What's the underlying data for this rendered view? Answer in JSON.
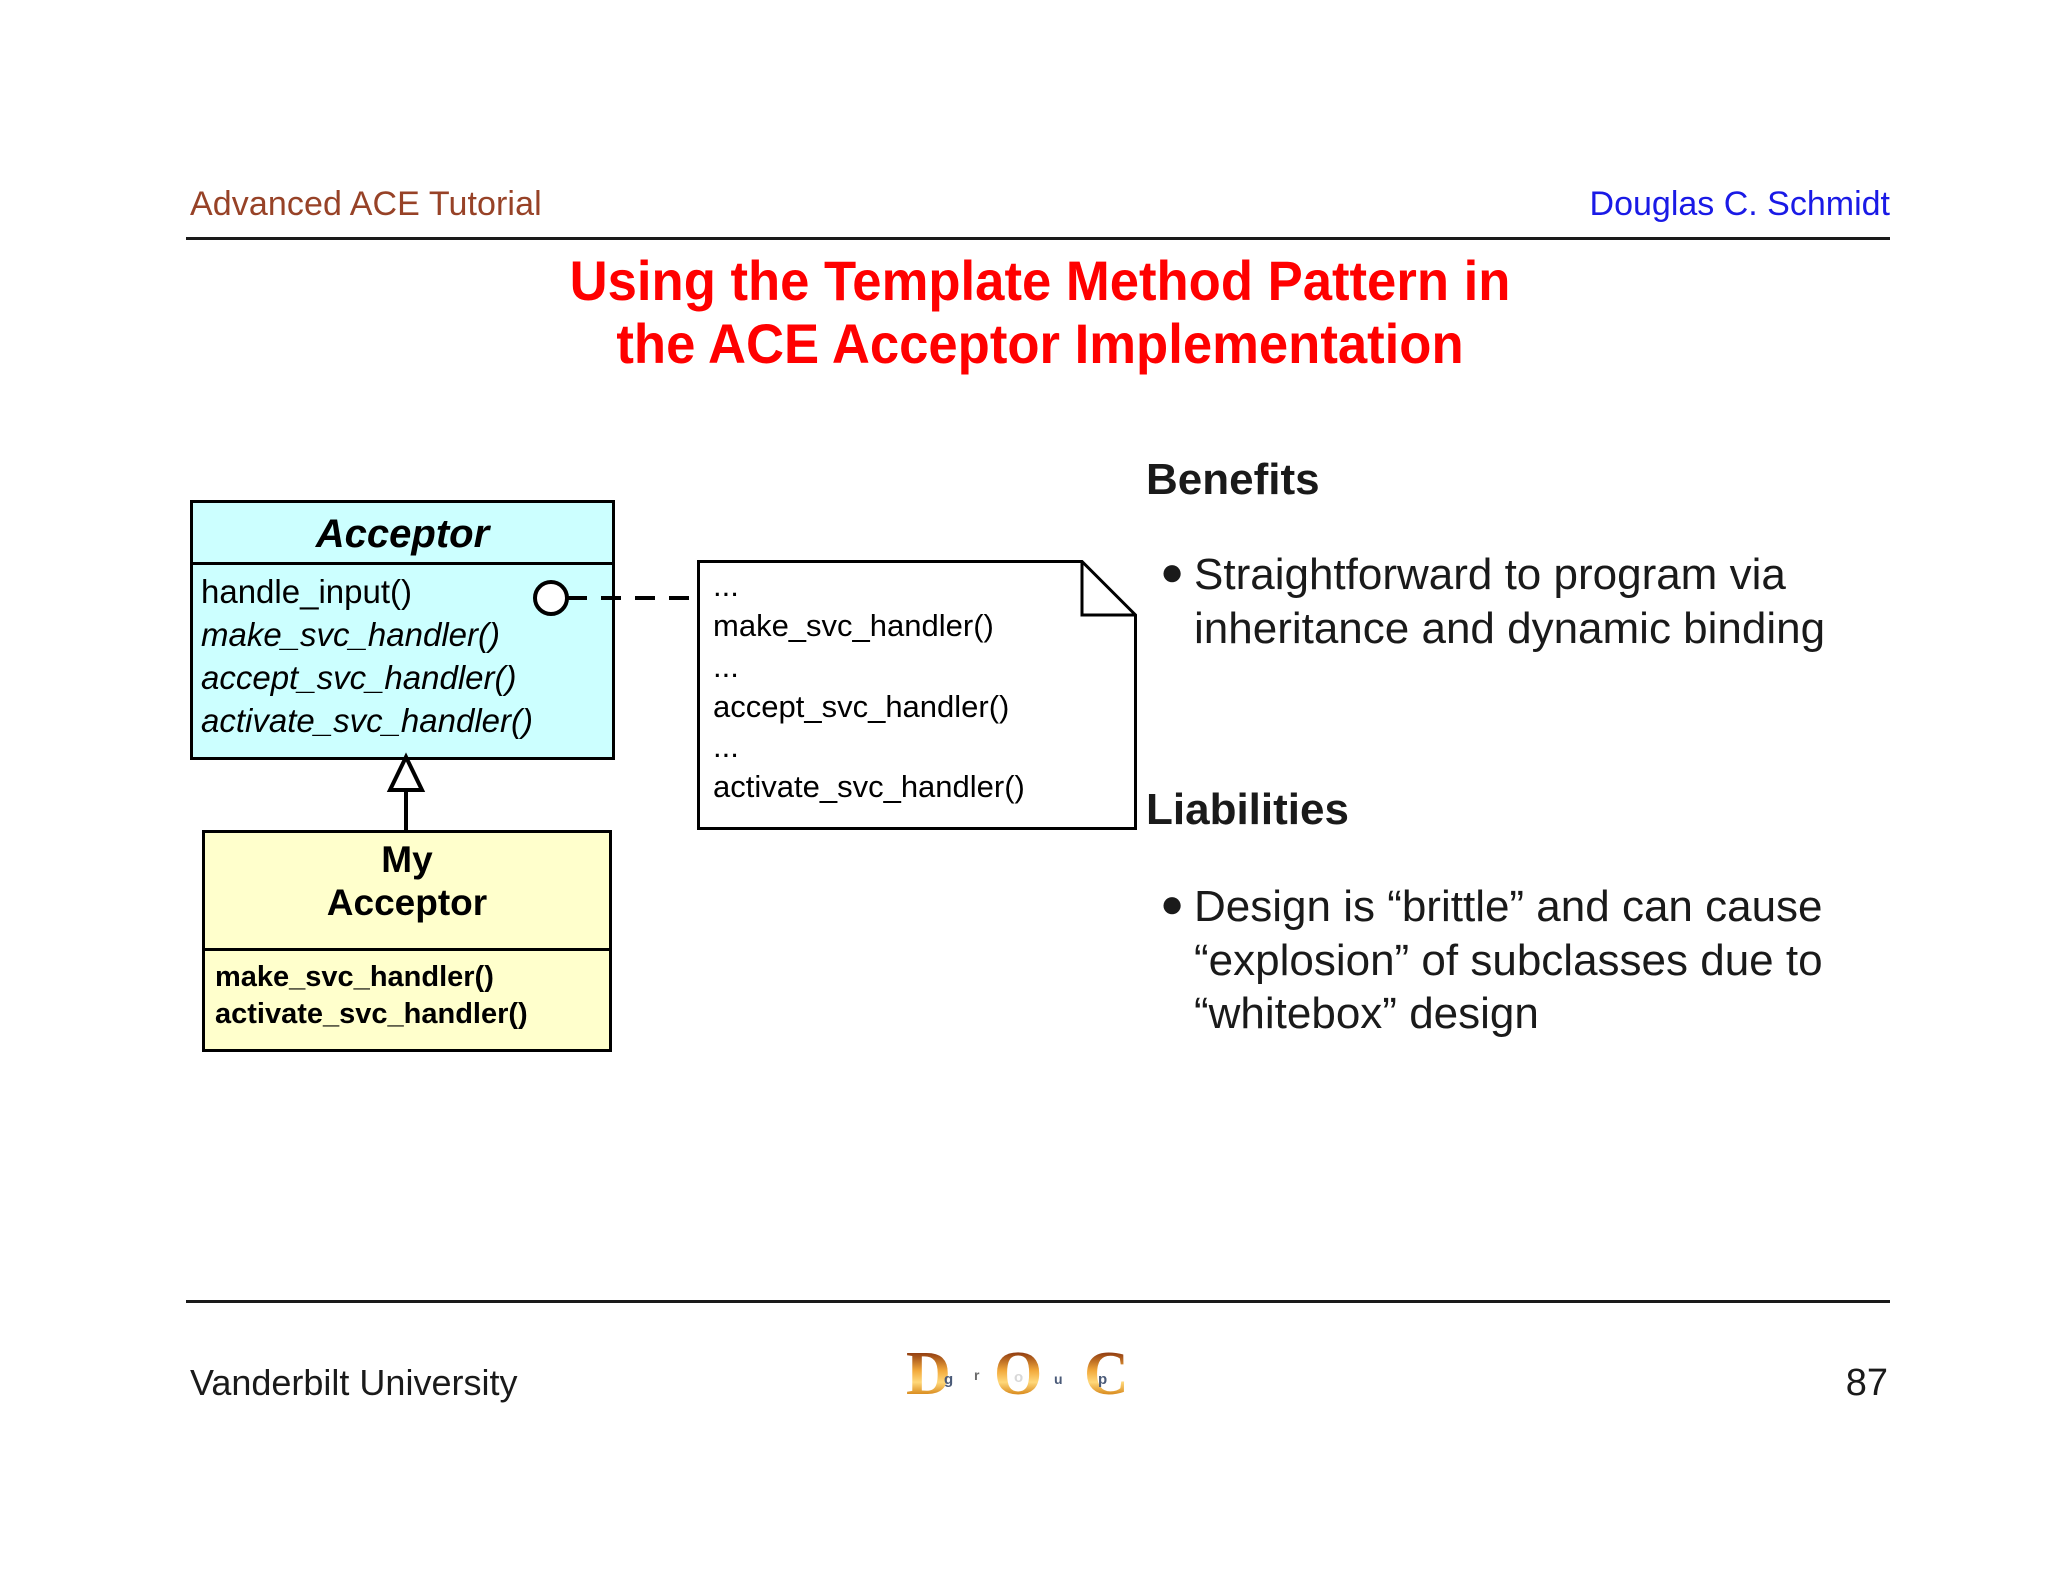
{
  "header": {
    "left": "Advanced ACE Tutorial",
    "right": "Douglas C. Schmidt",
    "left_color": "#974227",
    "right_color": "#1a1ae6"
  },
  "title": {
    "line1": "Using the Template Method Pattern in",
    "line2": "the ACE Acceptor Implementation",
    "color": "#ff0000"
  },
  "diagram": {
    "acceptor": {
      "name": "Acceptor",
      "fill": "#ccffff",
      "operations": [
        {
          "text": "handle_input()",
          "italic": false
        },
        {
          "text": "make_svc_handler()",
          "italic": true
        },
        {
          "text": "accept_svc_handler()",
          "italic": true
        },
        {
          "text": "activate_svc_handler()",
          "italic": true
        }
      ]
    },
    "my_acceptor": {
      "name_line1": "My",
      "name_line2": "Acceptor",
      "fill": "#ffffcc",
      "operations": [
        "make_svc_handler()",
        "activate_svc_handler()"
      ]
    },
    "note": {
      "lines": [
        "...",
        "make_svc_handler()",
        "...",
        "accept_svc_handler()",
        "...",
        "activate_svc_handler()"
      ]
    }
  },
  "right_column": {
    "benefits_heading": "Benefits",
    "benefits_bullet": "Straightforward to program via inheritance and dynamic binding",
    "liabilities_heading": "Liabilities",
    "liabilities_bullet": "Design is “brittle” and can cause “explosion” of subclasses due to “whitebox” design",
    "bullet_glyph": "●"
  },
  "footer": {
    "institution": "Vanderbilt University",
    "page": "87",
    "logo_letters": [
      "D",
      "O",
      "C"
    ],
    "logo_small_letters": [
      "g",
      "r",
      "o",
      "u",
      "p"
    ]
  }
}
